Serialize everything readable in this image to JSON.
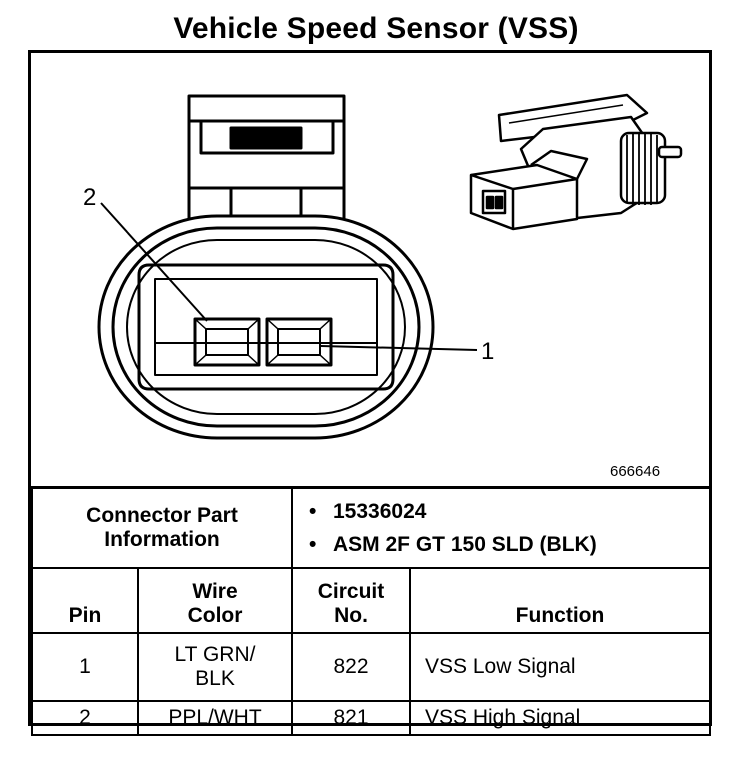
{
  "title": "Vehicle Speed Sensor (VSS)",
  "diagram": {
    "pin_labels": [
      "2",
      "1"
    ],
    "figure_id": "666646"
  },
  "connector_info": {
    "label_line1": "Connector Part",
    "label_line2": "Information",
    "parts": [
      "15336024",
      "ASM 2F GT 150 SLD (BLK)"
    ]
  },
  "table": {
    "headers": {
      "pin": "Pin",
      "wire_color_1": "Wire",
      "wire_color_2": "Color",
      "circuit_1": "Circuit",
      "circuit_2": "No.",
      "function": "Function"
    },
    "rows": [
      {
        "pin": "1",
        "wire_color_1": "LT GRN/",
        "wire_color_2": "BLK",
        "circuit": "822",
        "function": "VSS Low Signal"
      },
      {
        "pin": "2",
        "wire_color_1": "PPL/WHT",
        "wire_color_2": "",
        "circuit": "821",
        "function": "VSS High Signal"
      }
    ]
  }
}
